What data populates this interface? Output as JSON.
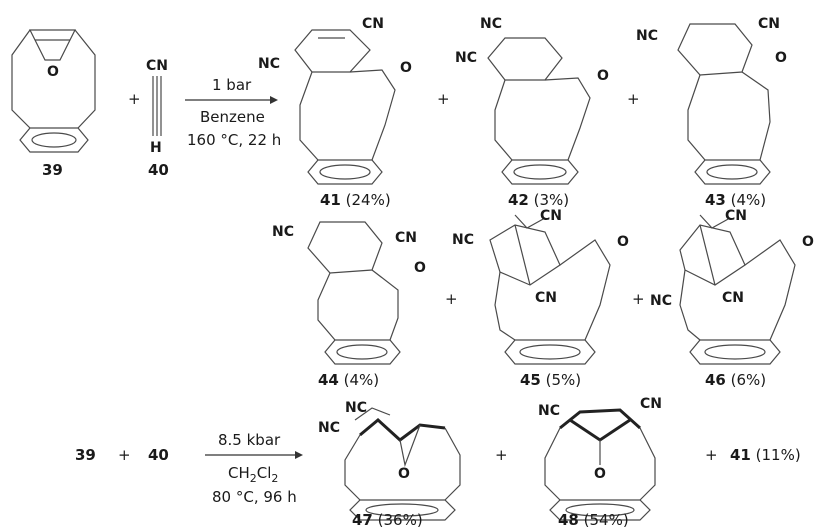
{
  "reaction1": {
    "reactant_a": "39",
    "reactant_b": "40",
    "plus": "+",
    "alkyne_top": "CN",
    "alkyne_bottom": "H",
    "cond_above": "1 bar",
    "cond_below1": "Benzene",
    "cond_below2": "160 °C, 22 h"
  },
  "products1": [
    {
      "num": "41",
      "yield": "(24%)"
    },
    {
      "num": "42",
      "yield": "(3%)"
    },
    {
      "num": "43",
      "yield": "(4%)"
    },
    {
      "num": "44",
      "yield": "(4%)"
    },
    {
      "num": "45",
      "yield": "(5%)"
    },
    {
      "num": "46",
      "yield": "(6%)"
    }
  ],
  "reaction2": {
    "reactant_a": "39",
    "reactant_b": "40",
    "plus": "+",
    "cond_above": "8.5 kbar",
    "cond_below1": "CH",
    "cond_below1_sub": "2",
    "cond_below1_b": "Cl",
    "cond_below1_sub2": "2",
    "cond_below2": "80 °C, 96 h",
    "extra_product_num": "41",
    "extra_product_yield": "(11%)"
  },
  "products2": [
    {
      "num": "47",
      "yield": "(36%)"
    },
    {
      "num": "48",
      "yield": "(54%)"
    }
  ],
  "atoms": {
    "cn": "CN",
    "nc": "NC",
    "o": "O"
  }
}
